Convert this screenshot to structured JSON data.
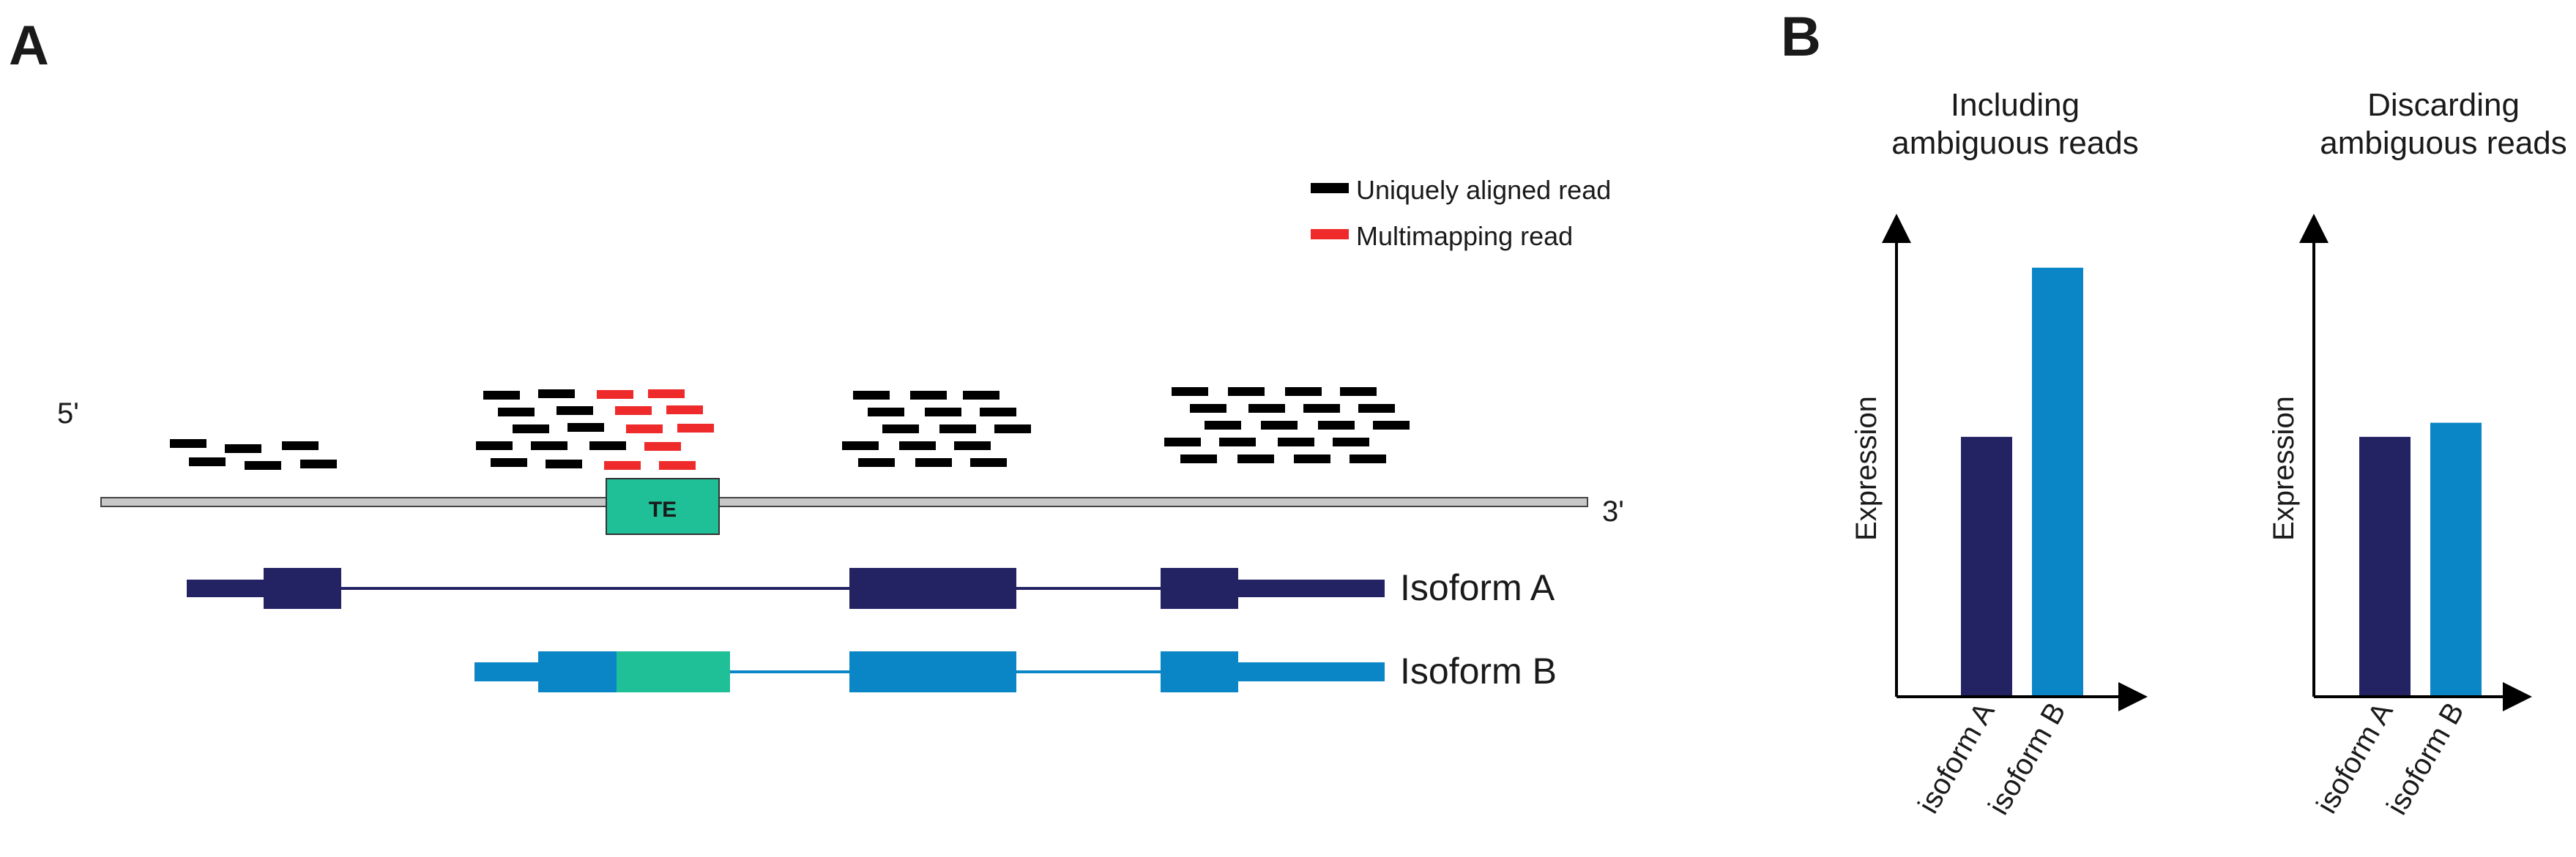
{
  "panel_a": {
    "letter": "A",
    "five_prime": "5'",
    "three_prime": "3'",
    "legend": {
      "unique": {
        "label": "Uniquely aligned read",
        "color": "#000000"
      },
      "multi": {
        "label": "Multimapping read",
        "color": "#ee2a2a"
      }
    },
    "te_label": "TE",
    "te_color": "#1fbf97",
    "isoforms": [
      {
        "label": "Isoform A",
        "color": "#232364"
      },
      {
        "label": "Isoform B",
        "color": "#0a86c6"
      }
    ]
  },
  "panel_b": {
    "letter": "B"
  },
  "chart_data": [
    {
      "type": "bar",
      "title": "Including ambiguous reads",
      "title_lines": [
        "Including",
        "ambiguous reads"
      ],
      "ylabel": "Expression",
      "categories": [
        "isoform A",
        "isoform B"
      ],
      "values": [
        0.55,
        0.91
      ],
      "colors": [
        "#232364",
        "#0a86c6"
      ],
      "ylim": [
        0,
        1
      ],
      "grid": false
    },
    {
      "type": "bar",
      "title": "Discarding ambiguous reads",
      "title_lines": [
        "Discarding",
        "ambiguous reads"
      ],
      "ylabel": "Expression",
      "categories": [
        "isoform A",
        "isoform B"
      ],
      "values": [
        0.55,
        0.58
      ],
      "colors": [
        "#232364",
        "#0a86c6"
      ],
      "ylim": [
        0,
        1
      ],
      "grid": false
    }
  ]
}
